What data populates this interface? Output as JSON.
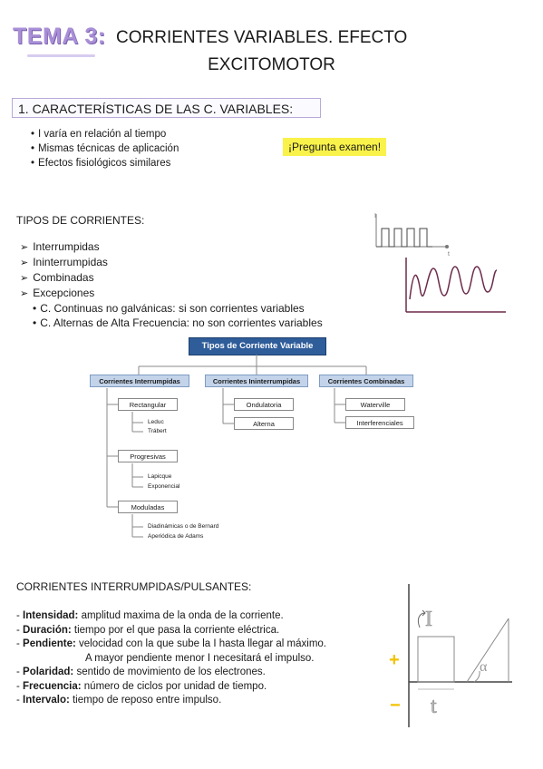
{
  "header": {
    "tema": "TEMA 3:",
    "title_line1": "CORRIENTES VARIABLES. EFECTO",
    "title_line2": "EXCITOMOTOR"
  },
  "section1": {
    "heading": "1.   CARACTERÍSTICAS DE LAS C. VARIABLES:",
    "bullets": [
      "I varía en relación al tiempo",
      "Mismas técnicas de aplicación",
      "Efectos fisiológicos similares"
    ],
    "highlight": "¡Pregunta examen!"
  },
  "tipos": {
    "heading": "TIPOS DE CORRIENTES:",
    "items": [
      "Interrumpidas",
      "Ininterrumpidas",
      "Combinadas",
      "Excepciones"
    ],
    "sub_items": [
      "C. Continuas no galvánicas: si son corrientes variables",
      "C. Alternas de Alta Frecuencia: no son corrientes variables"
    ],
    "graph_axis_y": "I",
    "graph_axis_x": "t"
  },
  "tree": {
    "title": "Tipos de Corriente Variable",
    "col1": {
      "head": "Corrientes Interrumpidas",
      "groups": [
        {
          "label": "Rectangular",
          "leaves": [
            "Leduc",
            "Trábert"
          ]
        },
        {
          "label": "Progresivas",
          "leaves": [
            "Lapicque",
            "Exponencial"
          ]
        },
        {
          "label": "Moduladas",
          "leaves": [
            "Diadinámicas o de Bernard",
            "Aperiódica de Adams"
          ]
        }
      ]
    },
    "col2": {
      "head": "Corrientes Ininterrumpidas",
      "items": [
        "Ondulatoria",
        "Alterna"
      ]
    },
    "col3": {
      "head": "Corrientes Combinadas",
      "items": [
        "Waterville",
        "Interferenciales"
      ]
    }
  },
  "interrumpidas": {
    "heading": "CORRIENTES INTERRUMPIDAS/PULSANTES:",
    "items": [
      {
        "term": "Intensidad:",
        "text": " amplitud maxima de la onda de la corriente."
      },
      {
        "term": "Duración:",
        "text": " tiempo por el que pasa la corriente eléctrica."
      },
      {
        "term": "Pendiente:",
        "text": " velocidad con la que sube la I hasta llegar al máximo."
      },
      {
        "term": "",
        "text": "A mayor pendiente menor I necesitará el impulso."
      },
      {
        "term": "Polaridad:",
        "text": " sentido de movimiento de los electrones."
      },
      {
        "term": "Frecuencia:",
        "text": " número de ciclos por unidad de tiempo."
      },
      {
        "term": "Intervalo:",
        "text": " tiempo de reposo entre impulso."
      }
    ],
    "diagram": {
      "label_i": "I",
      "label_t": "t",
      "label_alpha": "α",
      "plus": "+",
      "minus": "−"
    }
  },
  "colors": {
    "tema": "#a98fd6",
    "highlight": "#f9f24a",
    "tree_title": "#2f5d9a",
    "tree_head": "#c3d4ea",
    "sign": "#f2c200"
  }
}
